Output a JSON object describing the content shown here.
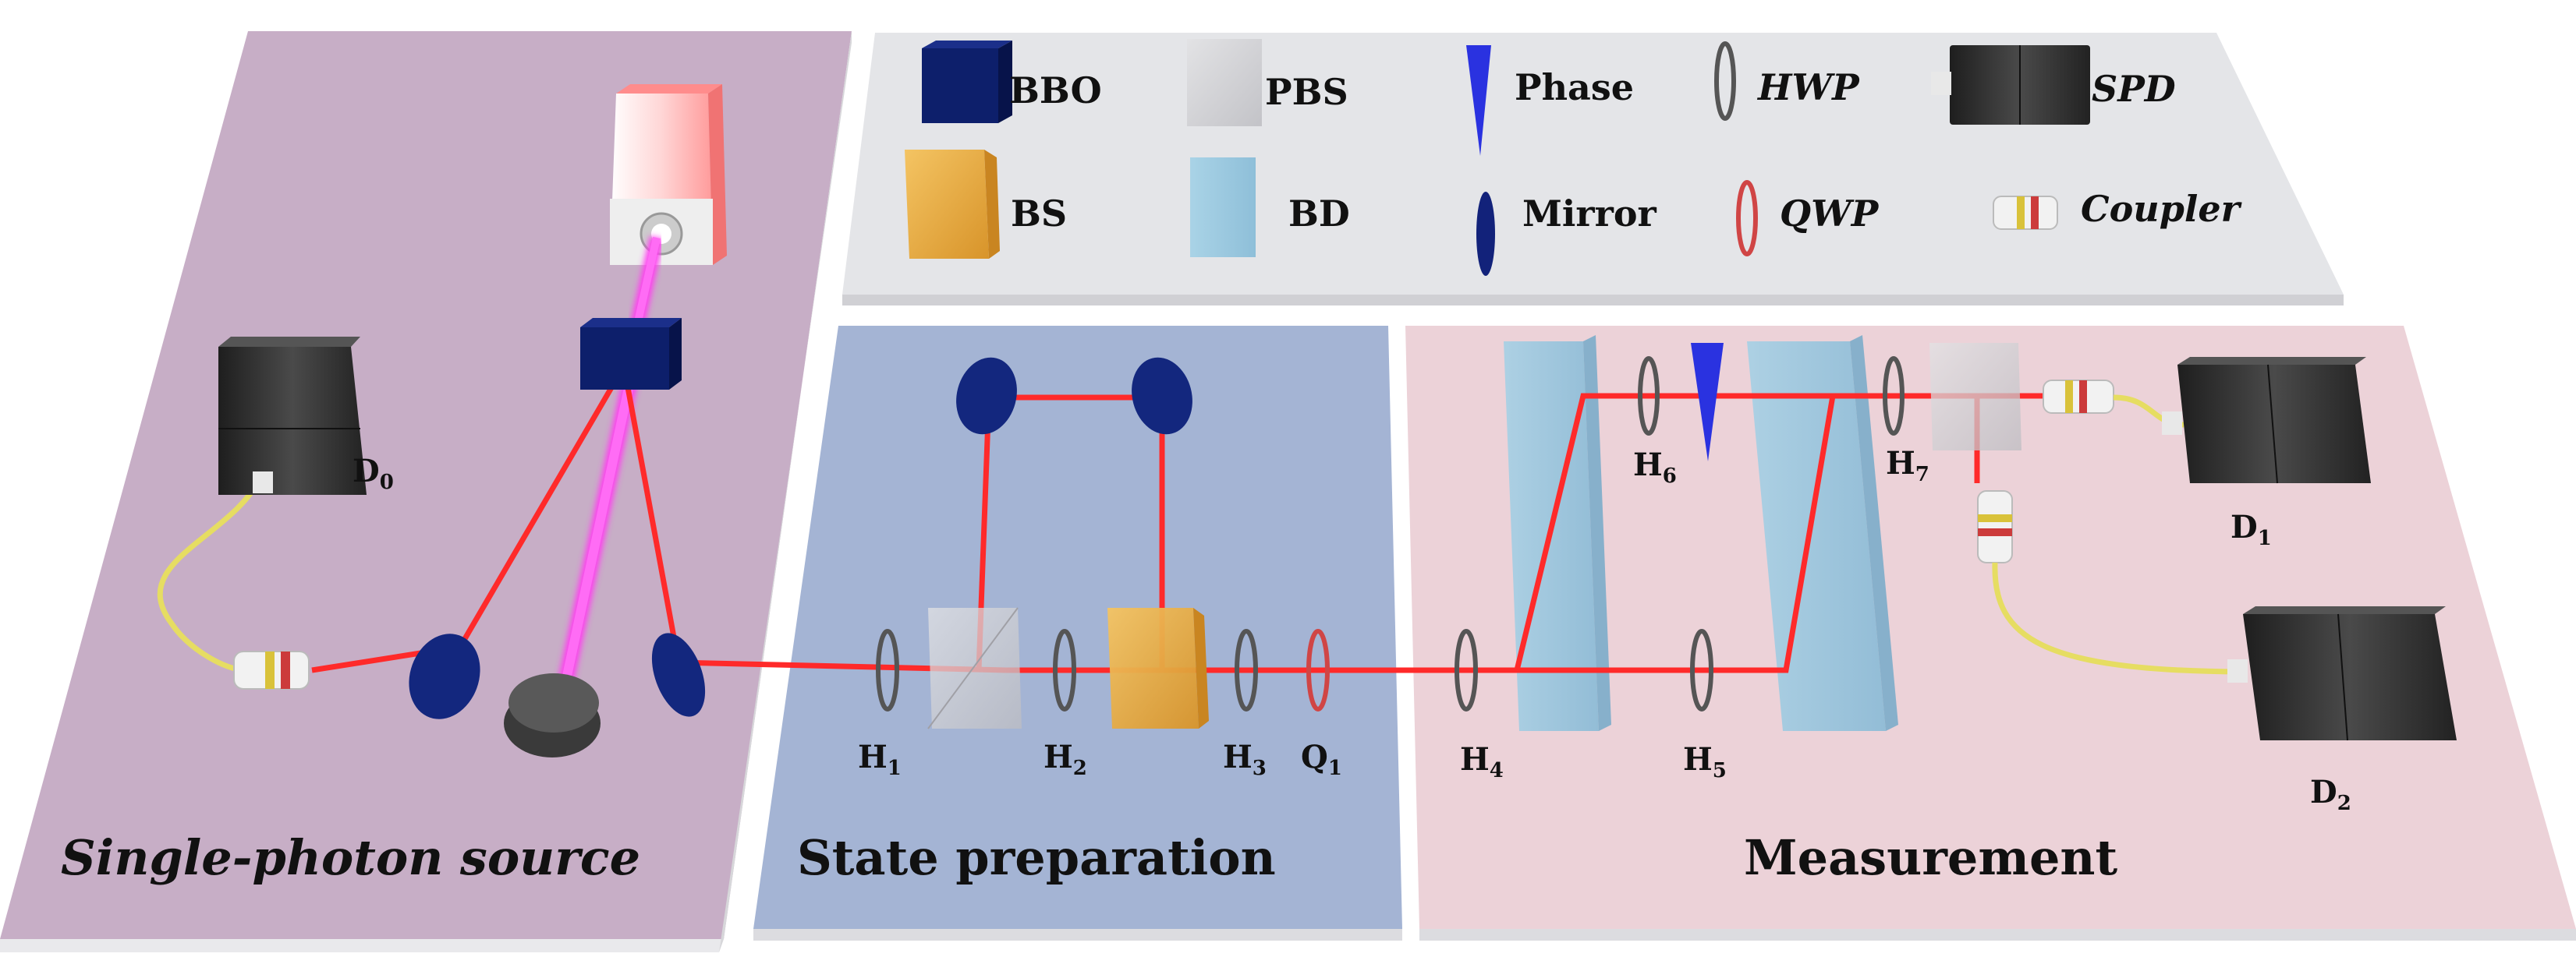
{
  "legend": {
    "bbo": "BBO",
    "pbs": "PBS",
    "phase": "Phase",
    "hwp": "HWP",
    "spd": "SPD",
    "bs": "BS",
    "bd": "BD",
    "mirror": "Mirror",
    "qwp": "QWP",
    "coupler": "Coupler"
  },
  "panels": {
    "source": "Single-photon source",
    "preparation": "State preparation",
    "measurement": "Measurement"
  },
  "labels": {
    "D0": {
      "base": "D",
      "sub": "0"
    },
    "D1": {
      "base": "D",
      "sub": "1"
    },
    "D2": {
      "base": "D",
      "sub": "2"
    },
    "H1": {
      "base": "H",
      "sub": "1"
    },
    "H2": {
      "base": "H",
      "sub": "2"
    },
    "H3": {
      "base": "H",
      "sub": "3"
    },
    "Q1": {
      "base": "Q",
      "sub": "1"
    },
    "H4": {
      "base": "H",
      "sub": "4"
    },
    "H5": {
      "base": "H",
      "sub": "5"
    },
    "H6": {
      "base": "H",
      "sub": "6"
    },
    "H7": {
      "base": "H",
      "sub": "7"
    }
  },
  "colors": {
    "source_panel": "#c7aec6",
    "preparation_panel": "#a4b4d4",
    "measurement_panel": "#ecd2d8",
    "legend_panel": "#e4e5e8",
    "beam_red": "#ff2a2a",
    "pump_magenta": "#ff3cf0",
    "bbo_navy": "#0d1f6b",
    "bs_orange": "#e8a93c",
    "bd_blue": "#8cc3de",
    "pbs_grey": "#cfcfd2",
    "spd_black": "#2e2e2e",
    "fiber_yellow": "#e6dd62"
  }
}
